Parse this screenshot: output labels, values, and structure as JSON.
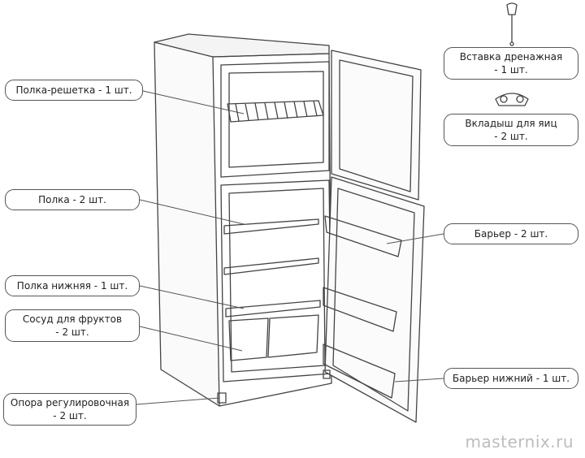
{
  "labels": {
    "shelf_grid": {
      "line1": "Полка-решетка - 1 шт.",
      "line2": ""
    },
    "shelf": {
      "line1": "Полка - 2 шт.",
      "line2": ""
    },
    "shelf_bottom": {
      "line1": "Полка нижняя - 1 шт.",
      "line2": ""
    },
    "fruit_box": {
      "line1": "Сосуд для фруктов",
      "line2": "- 2 шт."
    },
    "foot": {
      "line1": "Опора регулировочная",
      "line2": "- 2 шт."
    },
    "drain": {
      "line1": "Вставка дренажная",
      "line2": "- 1 шт."
    },
    "egg_tray": {
      "line1": "Вкладыш для яиц",
      "line2": "- 2 шт."
    },
    "barrier": {
      "line1": "Барьер - 2 шт.",
      "line2": ""
    },
    "barrier_bottom": {
      "line1": "Барьер нижний - 1 шт.",
      "line2": ""
    }
  },
  "watermark": "masternix.ru",
  "colors": {
    "line": "#444444",
    "box_border": "#555555",
    "watermark": "#bdbdbd"
  }
}
